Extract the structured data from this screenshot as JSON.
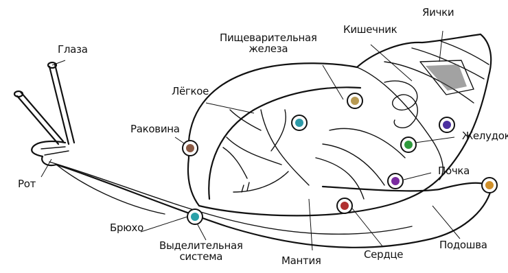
{
  "labels": {
    "eyes": "Глаза",
    "mouth": "Рот",
    "shell": "Раковина",
    "lung": "Лёгкое",
    "digestive_gland": "Пищеварительная\nжелеза",
    "intestine": "Кишечник",
    "eggs": "Яички",
    "stomach": "Желудок",
    "kidney": "Почка",
    "sole": "Подошва",
    "heart": "Сердце",
    "mantle": "Мантия",
    "excretory": "Выделительная\nсистема",
    "belly": "Брюхо"
  },
  "marker_colors": {
    "shell": "#8a5a44",
    "lung": "#2d9aa8",
    "digestive_gland": "#b89a52",
    "intestine": "#4b2fa0",
    "stomach": "#2f9a3c",
    "kidney": "#7a2aa0",
    "heart": "#b03030",
    "sole": "#d0902a",
    "belly": "#2aa0a8"
  }
}
